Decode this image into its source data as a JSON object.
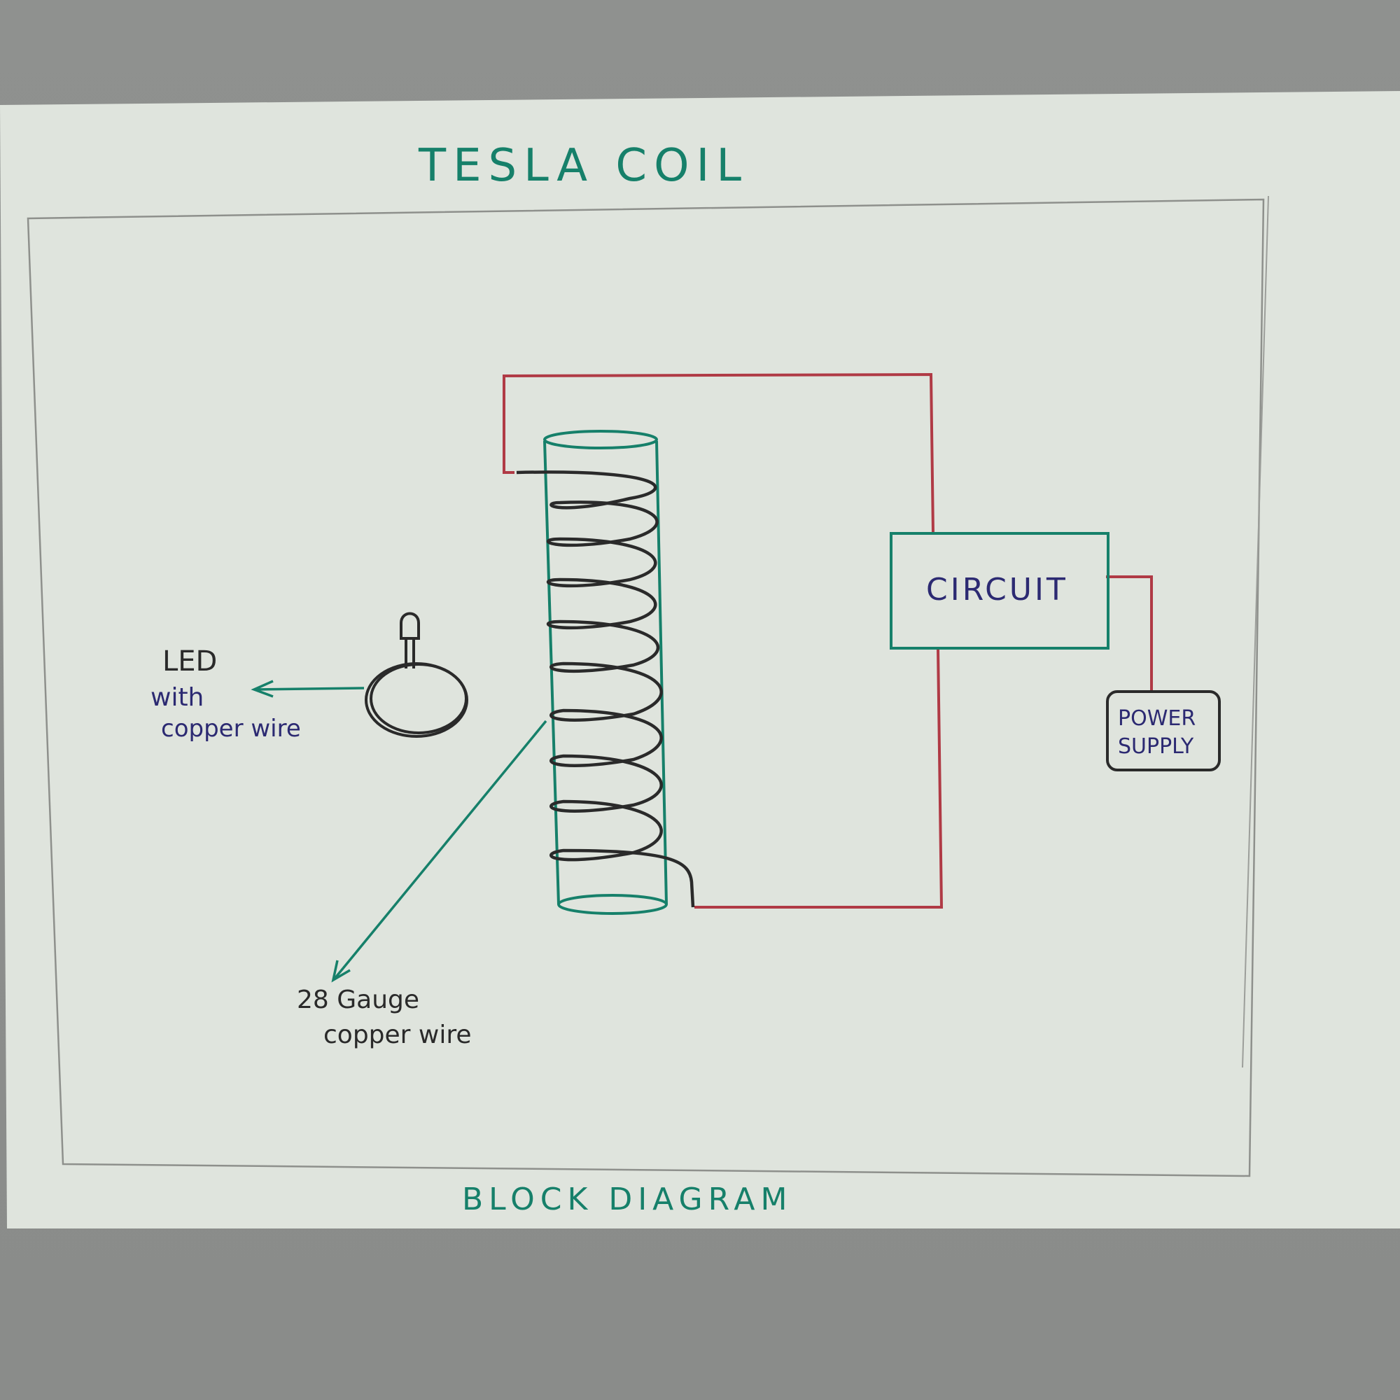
{
  "title": "TESLA COIL",
  "footer": "BLOCK DIAGRAM",
  "blocks": {
    "circuit": "CIRCUIT",
    "power_supply": [
      "POWER",
      "SUPPLY"
    ]
  },
  "labels": {
    "led": [
      "LED",
      "with",
      "copper wire"
    ],
    "wire": [
      "28 Gauge",
      "copper wire"
    ]
  },
  "colors": {
    "paper": "#dfe4dd",
    "teal_ink": "#16806a",
    "black_ink": "#2a2a2a",
    "blue_ink": "#2c2a72",
    "red_ink": "#b03a45",
    "pencil": "#8e908c"
  }
}
